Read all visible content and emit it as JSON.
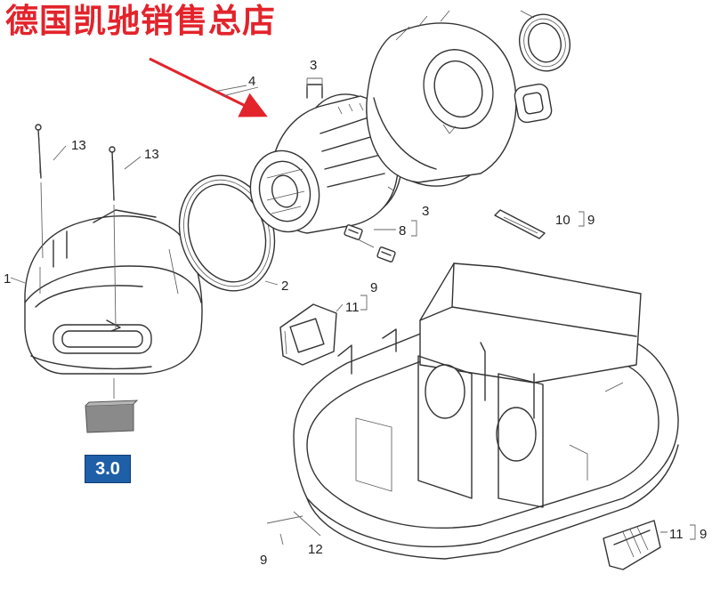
{
  "shop_title": "德国凯驰销售总店",
  "badge_label": "3.0",
  "callouts": {
    "c1": "1",
    "c2": "2",
    "c3a": "3",
    "c3b": "3",
    "c4": "4",
    "c8": "8",
    "c9a": "9",
    "c9b": "9",
    "c9c": "9",
    "c9d": "9",
    "c10": "10",
    "c11a": "11",
    "c11b": "11",
    "c12": "12",
    "c13a": "13",
    "c13b": "13"
  },
  "colors": {
    "title": "#e3232b",
    "badge": "#1f5fa8",
    "arrow": "#e3232b",
    "filter_pad": "#8a8a8a"
  },
  "icons": [
    "red-arrow-icon"
  ]
}
